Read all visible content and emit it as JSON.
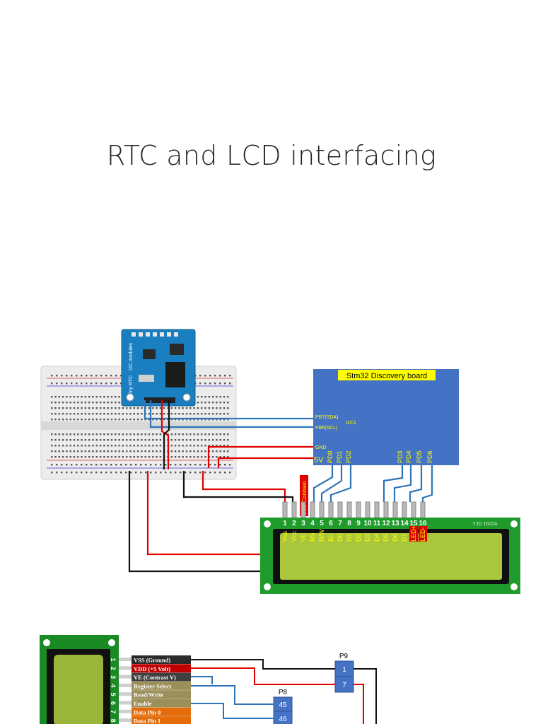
{
  "slide": {
    "title": "RTC and LCD interfacing"
  },
  "board": {
    "title": "Stm32 Discovery board",
    "pins": {
      "sda": "PB7(SDA)",
      "scl": "PB6(SCL)",
      "i2c": "I2C1",
      "gnd": "GND",
      "v5": "5V",
      "pd0": "PD0",
      "pd1": "PD1",
      "pd2": "PD2",
      "pd3": "PD3",
      "pd4": "PD4",
      "pd5": "PD5",
      "pd6": "PD6"
    },
    "colors": {
      "fill": "#4472c4",
      "title_bg": "#ffff00",
      "pin_text": "#ffff00"
    }
  },
  "rtc_module": {
    "label_top": "I2C modules",
    "label_side": "Tiny RTC"
  },
  "lcd": {
    "model": "YJD 1602A",
    "contrast_label": "LCD Contrast",
    "pin_numbers": [
      "1",
      "2",
      "3",
      "4",
      "5",
      "6",
      "7",
      "8",
      "9",
      "10",
      "11",
      "12",
      "13",
      "14",
      "15",
      "16"
    ],
    "pin_names": [
      "Vss",
      "Vcc",
      "VE",
      "RS",
      "R/W",
      "En",
      "D0",
      "D1",
      "D2",
      "D3",
      "D4",
      "D5",
      "D6",
      "D7",
      "LED+",
      "LED-"
    ],
    "colors": {
      "pcb": "#1f9b2c",
      "screen": "#a9c63c"
    }
  },
  "schematic": {
    "pin_numbers": [
      "1",
      "2",
      "3",
      "4",
      "5",
      "6",
      "7",
      "8"
    ],
    "pin_labels": [
      "VSS (Ground)",
      "VDD (+5 Volt)",
      "VE (Contrast V)",
      "Register Select",
      "Read/Write",
      "Enable",
      "Data Pin 0",
      "Data Pin 1"
    ],
    "pin_colors": [
      "#2b2b2b",
      "#c00000",
      "#404040",
      "#9c8f5a",
      "#9c8f5a",
      "#9c8f5a",
      "#e46c0a",
      "#e46c0a"
    ],
    "header_p9": {
      "label": "P9",
      "pins": [
        "1",
        "7"
      ]
    },
    "header_p8": {
      "label": "P8",
      "pins": [
        "45",
        "46"
      ]
    }
  }
}
